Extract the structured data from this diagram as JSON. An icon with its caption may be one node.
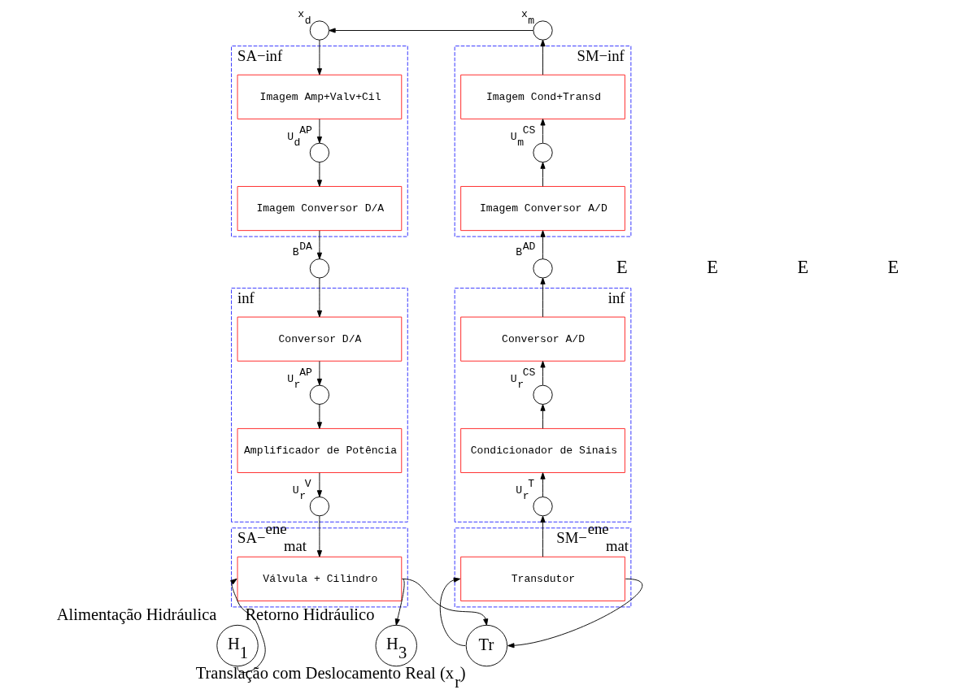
{
  "diagram": {
    "nodes": [
      {
        "text": [],
        "shape": "circle",
        "beside": [
          "x$_{d}$"
        ]
      },
      {
        "text": [],
        "shape": "circle",
        "beside": [
          "x$_{m}$"
        ]
      },
      {
        "text": [
          "SA−inf"
        ]
      },
      {
        "text": [
          "Imagem Amp+Valv+Cil"
        ],
        "in": 2
      },
      {
        "text": [],
        "shape": "circle",
        "beside": [
          "U$_{d}$$^{AP}$"
        ],
        "in": 2
      },
      {
        "text": [
          "Imagem Conversor D/A"
        ],
        "in": 2
      },
      {
        "text": [
          "SM−inf"
        ]
      },
      {
        "text": [
          "Imagem Cond+Transd"
        ],
        "in": 6
      },
      {
        "text": [],
        "shape": "circle",
        "beside": [
          "U$_{m}$$^{CS}$"
        ],
        "in": 6
      },
      {
        "text": [
          "Imagem Conversor A/D"
        ],
        "in": 6
      },
      {
        "text": [],
        "shape": "circle",
        "beside": [
          "B$^{DA}$"
        ]
      },
      {
        "text": [],
        "shape": "circle",
        "beside": [
          "B$^{AD}$"
        ]
      },
      {
        "text": [
          "inf"
        ]
      },
      {
        "text": [
          "Conversor D/A"
        ],
        "in": 12
      },
      {
        "text": [],
        "shape": "circle",
        "beside": [
          "U$_{r}$$^{AP}$"
        ],
        "in": 12
      },
      {
        "text": [
          "Amplificador de Potência"
        ],
        "in": 12
      },
      {
        "text": [],
        "shape": "circle",
        "beside": [
          "U$_{r}$$^{V}$"
        ],
        "in": 12
      },
      {
        "text": [
          "inf"
        ]
      },
      {
        "text": [
          "Conversor A/D"
        ],
        "in": 17
      },
      {
        "text": [],
        "shape": "circle",
        "beside": [
          "U$_{r}$$^{CS}$"
        ],
        "in": 17
      },
      {
        "text": [
          "Condicionador de Sinais"
        ],
        "in": 17
      },
      {
        "text": [],
        "shape": "circle",
        "beside": [
          "U$_{r}$$^{T}$"
        ],
        "in": 17
      },
      {
        "text": [
          "SA−$^{ene}$$_{mat}$"
        ]
      },
      {
        "text": [
          "Válvula + Cilindro"
        ],
        "in": 22
      },
      {
        "text": [
          "SM−$^{ene}$$_{mat}$"
        ]
      },
      {
        "text": [
          "Transdutor"
        ],
        "in": 24
      },
      {
        "text": [
          "H$_{1}$"
        ],
        "beside": [
          "Alimentação Hidráulica"
        ]
      },
      {
        "text": [
          "H$_{3}$"
        ],
        "beside": [
          "Retorno Hidráulico"
        ]
      },
      {
        "text": [
          "Tr"
        ],
        "beside": [
          "Translação com Deslocamento Real (x$_{r}$)"
        ]
      }
    ],
    "edges": [
      {
        "from": 0,
        "to": 3,
        "arrow": "to"
      },
      {
        "from": 3,
        "to": 4,
        "arrow": "to"
      },
      {
        "from": 4,
        "to": 5,
        "arrow": "to"
      },
      {
        "from": 5,
        "to": 10,
        "arrow": "to"
      },
      {
        "from": 10,
        "to": 13,
        "arrow": "to"
      },
      {
        "from": 13,
        "to": 14,
        "arrow": "to"
      },
      {
        "from": 14,
        "to": 15,
        "arrow": "to"
      },
      {
        "from": 15,
        "to": 16,
        "arrow": "to"
      },
      {
        "from": 16,
        "to": 23,
        "arrow": "to"
      },
      {
        "from": 26,
        "to": 23,
        "arrow": "to"
      },
      {
        "from": 23,
        "to": 27,
        "arrow": "to"
      },
      {
        "from": 23,
        "to": 28,
        "arrow": "to"
      },
      {
        "from": 28,
        "to": 25,
        "arrow": "to"
      },
      {
        "from": 25,
        "to": 28,
        "arrow": "to"
      },
      {
        "from": 25,
        "to": 21,
        "arrow": "to"
      },
      {
        "from": 21,
        "to": 20,
        "arrow": "to"
      },
      {
        "from": 20,
        "to": 19,
        "arrow": "to"
      },
      {
        "from": 19,
        "to": 18,
        "arrow": "to"
      },
      {
        "from": 18,
        "to": 11,
        "arrow": "to"
      },
      {
        "from": 11,
        "to": 9,
        "arrow": "to"
      },
      {
        "from": 9,
        "to": 8,
        "arrow": "to"
      },
      {
        "from": 8,
        "to": 7,
        "arrow": "to"
      },
      {
        "from": 7,
        "to": 1,
        "arrow": "to"
      },
      {
        "from": 1,
        "to": 0,
        "arrow": "to"
      }
    ],
    "labels": [
      "E",
      "E",
      "E",
      "E"
    ]
  }
}
